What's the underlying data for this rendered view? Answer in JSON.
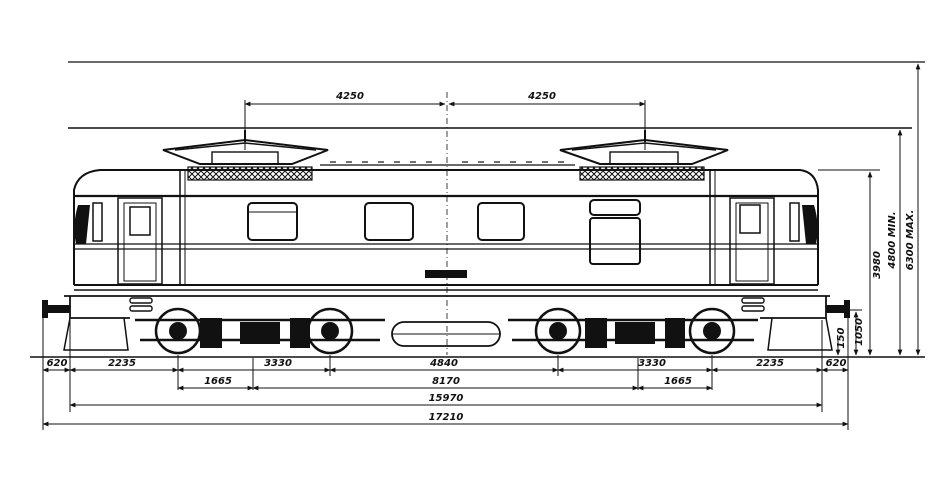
{
  "diagram": {
    "dimensions": {
      "pantograph_left": "4250",
      "pantograph_right": "4250",
      "height_3980": "3980",
      "height_min": "4800 MIN.",
      "height_max": "6300 MAX.",
      "buffer_height": "1050",
      "rail_offset": "150",
      "end_left": "620",
      "end_right": "620",
      "overhang_left": "2235",
      "overhang_right": "2235",
      "wheelbase_left": "3330",
      "wheelbase_right": "3330",
      "bogie_centre_gap": "4840",
      "half_wheelbase_left": "1665",
      "half_wheelbase_right": "1665",
      "bogie_pivot_distance": "8170",
      "length_body": "15970",
      "length_over_buffers": "17210"
    },
    "colors": {
      "ink": "#111111",
      "paper": "#ffffff"
    }
  }
}
